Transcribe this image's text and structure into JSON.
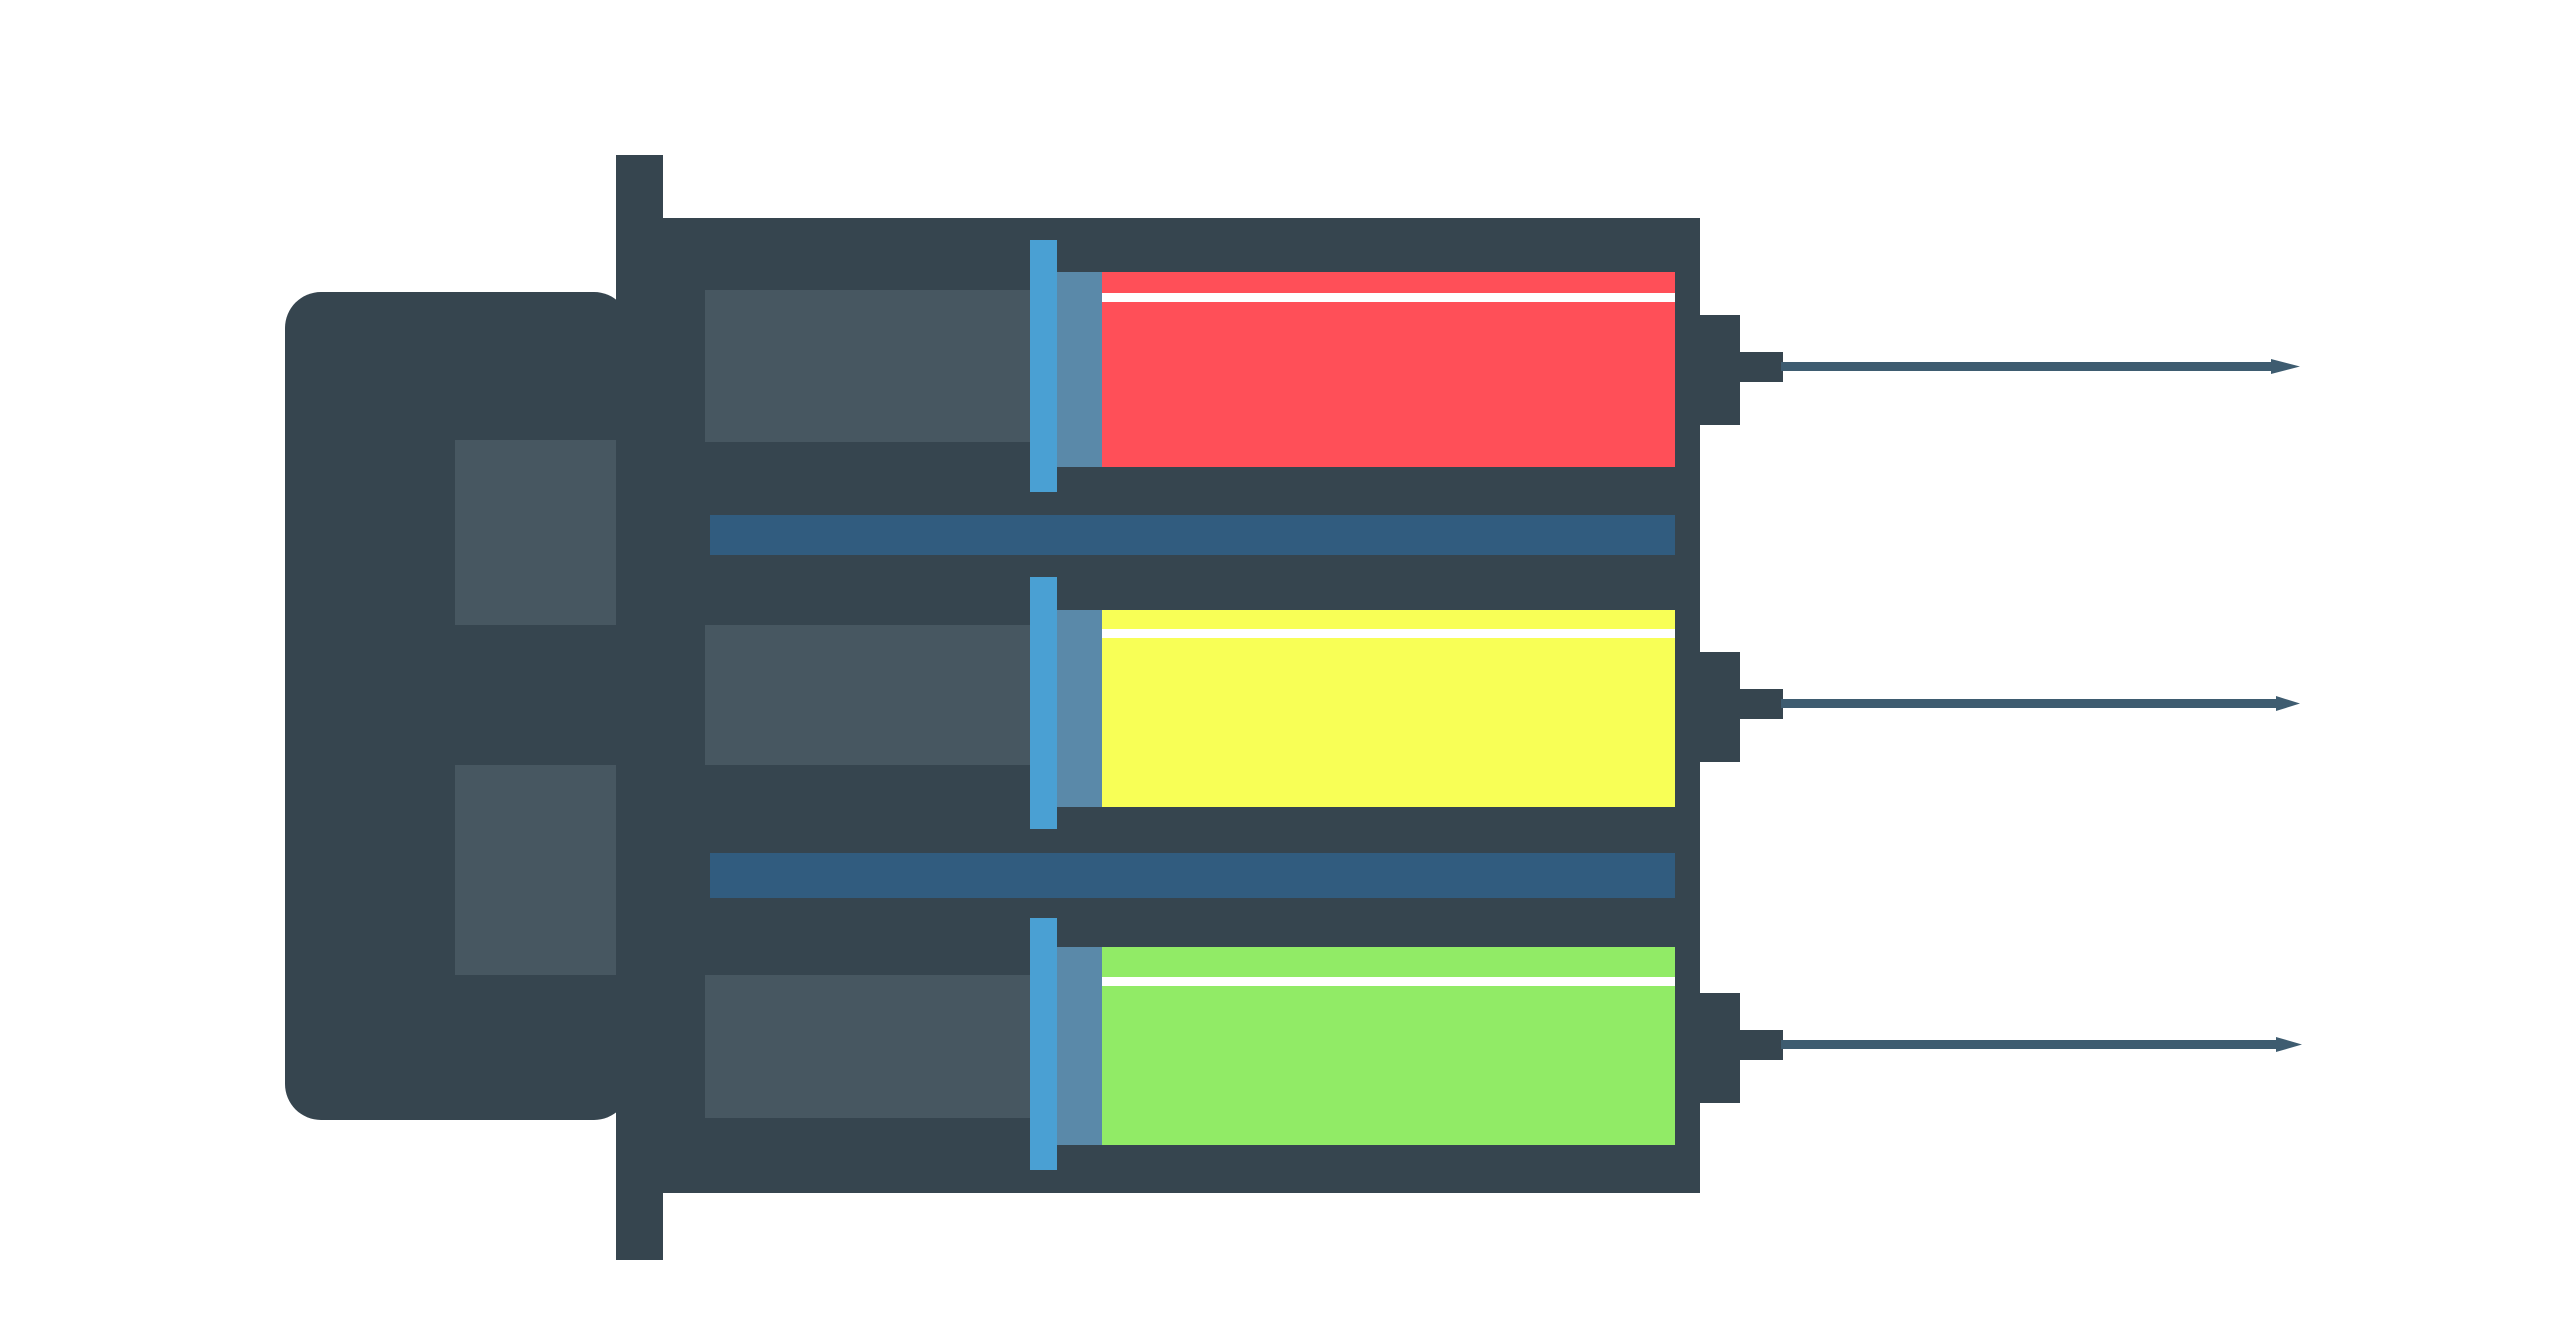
{
  "illustration": {
    "subject": "syringes",
    "palette": {
      "frame": "#36454f",
      "handle": "#36454f",
      "rod": "#475761",
      "plunger_disc": "#4aa0d3",
      "plunger_rubber": "#5a89a9",
      "separator": "#315c7f",
      "needle": "#3e5c70",
      "highlight": "#ffffff",
      "background": "#ffffff"
    },
    "syringes": [
      {
        "fluid_color": "#ff4f58",
        "fill_fraction": 1.0
      },
      {
        "fluid_color": "#f8ff56",
        "fill_fraction": 1.0
      },
      {
        "fluid_color": "#91eb66",
        "fill_fraction": 1.0
      }
    ]
  }
}
